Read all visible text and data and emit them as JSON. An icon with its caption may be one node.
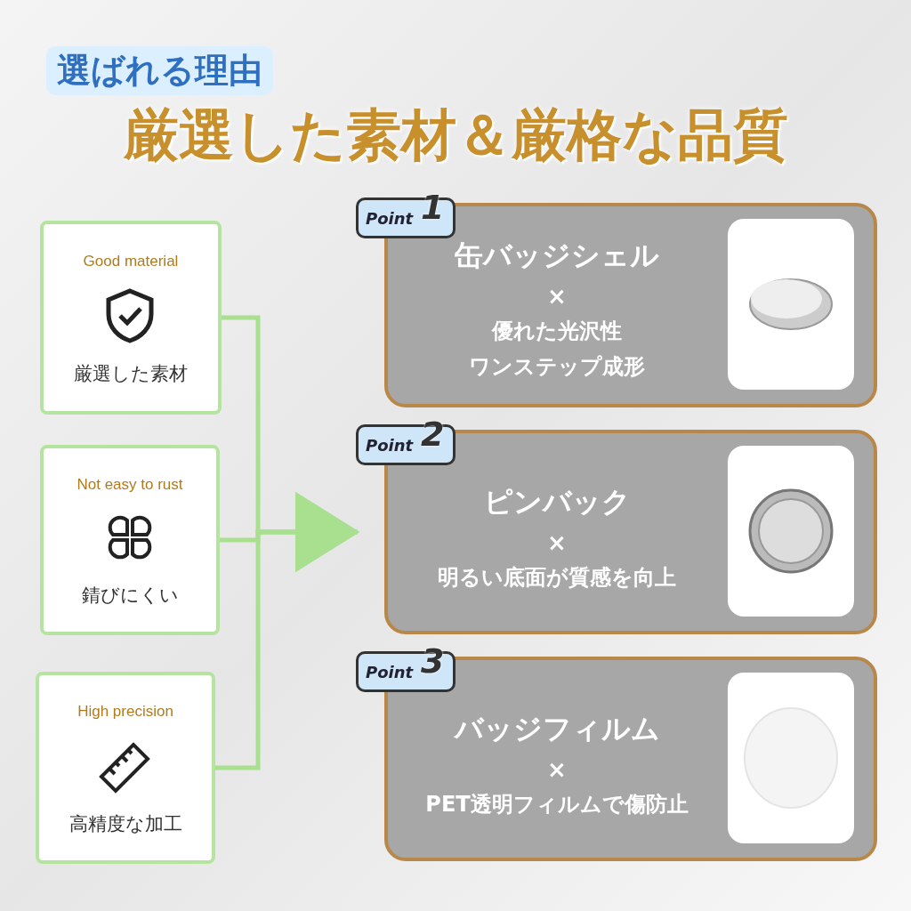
{
  "diagram": {
    "title": "厳選した素材＆厳格な品質",
    "nodes": [
      {
        "text": [
          "Good material",
          "厳選した素材"
        ]
      },
      {
        "text": [
          "Not easy to rust",
          "錆びにくい"
        ]
      },
      {
        "text": [
          "High precision",
          "高精度な加工"
        ]
      },
      {
        "text": [
          "Point",
          "1",
          "缶バッジシェル",
          "×",
          "優れた光沢性",
          "ワンステップ成形"
        ]
      },
      {
        "text": [
          "Point",
          "2",
          "ピンバック",
          "×",
          "明るい底面が質感を向上"
        ]
      },
      {
        "text": [
          "Point",
          "3",
          "バッジフィルム",
          "×",
          "PET透明フィルムで傷防止"
        ]
      }
    ],
    "edges": [
      {
        "from": 0,
        "to": 4,
        "arrow": "to"
      },
      {
        "from": 1,
        "to": 4,
        "arrow": "to"
      },
      {
        "from": 2,
        "to": 4,
        "arrow": "to"
      }
    ],
    "labels": [
      "選ばれる理由"
    ]
  }
}
